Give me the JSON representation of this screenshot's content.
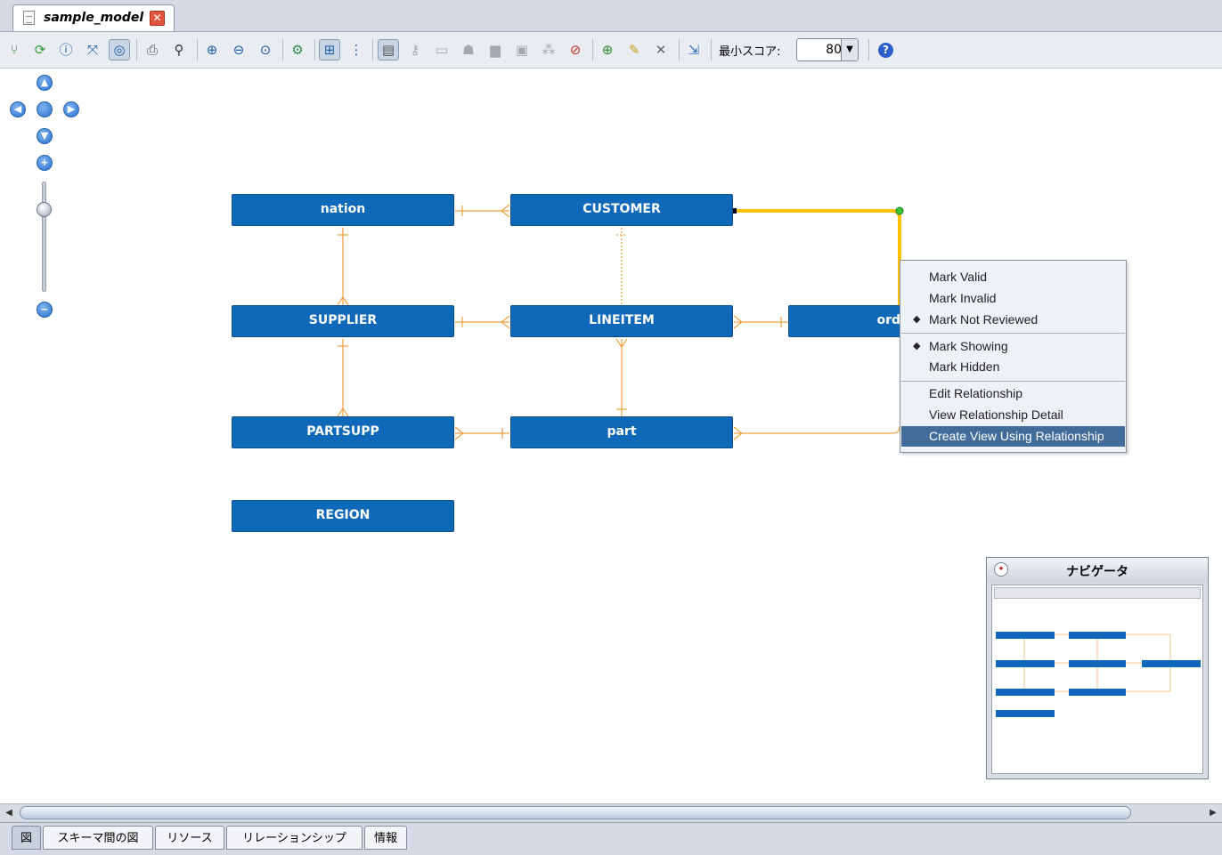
{
  "document_tab": {
    "title": "sample_model",
    "close_icon": "close-icon"
  },
  "toolbar": {
    "min_score_label": "最小スコア:",
    "min_score_value": "80",
    "dropdown_arrow": "▼",
    "help_glyph": "?"
  },
  "navigation": {
    "up": "▲",
    "left": "◀",
    "center": "",
    "right": "▶",
    "down": "▼",
    "zoom_in": "+",
    "zoom_out": "−"
  },
  "entities": [
    {
      "id": "nation",
      "label": "nation"
    },
    {
      "id": "customer",
      "label": "CUSTOMER"
    },
    {
      "id": "supplier",
      "label": "SUPPLIER"
    },
    {
      "id": "lineitem",
      "label": "LINEITEM"
    },
    {
      "id": "orders",
      "label": "ord"
    },
    {
      "id": "partsupp",
      "label": "PARTSUPP"
    },
    {
      "id": "part",
      "label": "part"
    },
    {
      "id": "region",
      "label": "REGION"
    }
  ],
  "context_menu": {
    "items": [
      {
        "label": "Mark Valid",
        "checked": false
      },
      {
        "label": "Mark Invalid",
        "checked": false
      },
      {
        "label": "Mark Not Reviewed",
        "checked": true
      },
      {
        "label": "Mark Showing",
        "checked": true
      },
      {
        "label": "Mark Hidden",
        "checked": false
      },
      {
        "label": "Edit Relationship",
        "checked": false
      },
      {
        "label": "View Relationship Detail",
        "checked": false
      },
      {
        "label": "Create View Using Relationship",
        "checked": false,
        "highlighted": true
      }
    ],
    "check_glyph": "◆"
  },
  "navigator": {
    "title": "ナビゲータ"
  },
  "bottom_tabs": [
    {
      "label": "図",
      "active": true
    },
    {
      "label": "スキーマ間の図",
      "active": false
    },
    {
      "label": "リソース",
      "active": false
    },
    {
      "label": "リレーションシップ",
      "active": false
    },
    {
      "label": "情報",
      "active": false
    }
  ],
  "scrollbar": {
    "left_arrow": "◀",
    "right_arrow": "▶"
  },
  "colors": {
    "entity_fill": "#1068b8",
    "relationship_line": "#f0a040",
    "selected_relationship": "#ffc000",
    "menu_highlight": "#426d9b"
  }
}
